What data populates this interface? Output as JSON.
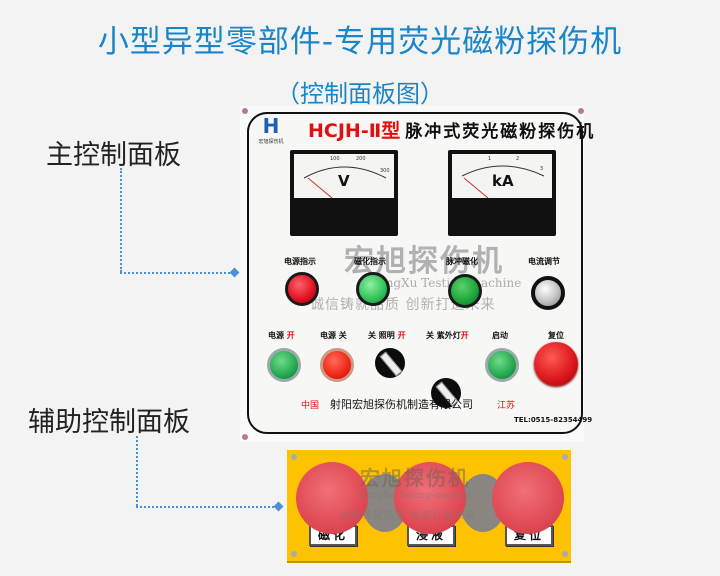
{
  "header": {
    "title": "小型异型零部件-专用荧光磁粉探伤机",
    "subtitle": "（控制面板图）"
  },
  "callouts": {
    "main_panel": "主控制面板",
    "aux_panel": "辅助控制面板"
  },
  "main_panel": {
    "logo": {
      "mark": "H",
      "caption": "宏旭探伤机"
    },
    "model_prefix": "HCJH-Ⅱ型",
    "model_name": "脉冲式荧光磁粉探伤机",
    "meters": [
      {
        "unit": "V",
        "scale": [
          "100",
          "200",
          "300"
        ],
        "note": "~"
      },
      {
        "unit": "kA",
        "scale": [
          "1",
          "2",
          "3"
        ],
        "note": ""
      }
    ],
    "indicators": [
      {
        "label": "电源指示",
        "color": "red"
      },
      {
        "label": "磁化指示",
        "color": "green"
      },
      {
        "label": "脉冲磁化",
        "color": "dark-green"
      },
      {
        "label": "电流调节",
        "color": "knob"
      }
    ],
    "controls": [
      {
        "label": "电源",
        "suffix": "开",
        "type": "green-button"
      },
      {
        "label": "电源 关",
        "suffix": "",
        "type": "red-button"
      },
      {
        "label": "关 照明",
        "suffix": "开",
        "type": "selector"
      },
      {
        "label": "关 紫外灯",
        "suffix": "开",
        "type": "selector"
      },
      {
        "label": "启动",
        "suffix": "",
        "type": "green-button"
      },
      {
        "label": "复位",
        "suffix": "",
        "type": "emergency-stop"
      }
    ],
    "footer": {
      "country": "中国",
      "company": "射阳宏旭探伤机制造有限公司",
      "province": "江苏",
      "tel": "TEL:0515-82354499"
    }
  },
  "watermark": {
    "brand_cn": "宏旭探伤机",
    "brand_en": "HongXu Testing-machine",
    "slogan": "诚信铸就品质  创新打造未来"
  },
  "aux_panel": {
    "buttons": [
      {
        "label": "磁化"
      },
      {
        "label": "浸液"
      },
      {
        "label": "复位"
      }
    ],
    "colors": {
      "plate": "#ffc200",
      "button": "#e04a55",
      "spacer": "#8a8580"
    }
  },
  "colors": {
    "title": "#1a86c8",
    "connector": "#4a90d9",
    "accent_red": "#e01010"
  }
}
